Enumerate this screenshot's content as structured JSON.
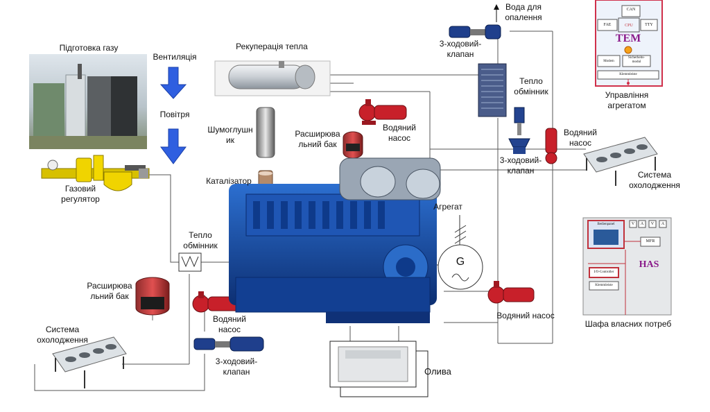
{
  "labels": {
    "gas_prep": "Підготовка газу",
    "ventilation": "Вентиляція",
    "air": "Повітря",
    "heat_recovery": "Рекуперація тепла",
    "muffler_1": "Шумоглушн",
    "muffler_2": "ик",
    "catalyst": "Каталізатор",
    "exp_tank_top_1": "Расширюва",
    "exp_tank_top_2": "льний бак",
    "pump_top_1": "Водяний",
    "pump_top_2": "насос",
    "gas_regulator_1": "Газовий",
    "gas_regulator_2": "регулятор",
    "hex_left_1": "Тепло",
    "hex_left_2": "обмінник",
    "exp_tank_left_1": "Расширюва",
    "exp_tank_left_2": "льний бак",
    "pump_left_1": "Водяний",
    "pump_left_2": "насос",
    "cooling_left_1": "Система",
    "cooling_left_2": "охолодження",
    "valve_left_1": "3-ходовий-",
    "valve_left_2": "клапан",
    "oil": "Олива",
    "aggregate": "Агрегат",
    "generator_symbol": "G",
    "water_heating_1": "Вода для",
    "water_heating_2": "опалення",
    "valve_top_1": "3-ходовий-",
    "valve_top_2": "клапан",
    "hex_right_1": "Тепло",
    "hex_right_2": "обмінник",
    "valve_right_1": "3-ходовий-",
    "valve_right_2": "клапан",
    "pump_right_1": "Водяний",
    "pump_right_2": "насос",
    "cooling_right_1": "Система",
    "cooling_right_2": "охолодження",
    "pump_bottom": "Водяний насос",
    "control_1": "Управління",
    "control_2": "агрегатом",
    "cabinet": "Шафа власних потреб"
  },
  "tem_panel": {
    "title": "TEM",
    "can": "CAN",
    "cpu": "CPU",
    "fae": "FAE",
    "tty": "TTY",
    "modem": "Modem",
    "sicherheits": "Sicherheits-",
    "modul": "modul",
    "klemmleiste": "Klemmleiste"
  },
  "has_panel": {
    "title": "HAS",
    "bedienpanel": "Bedienpanel",
    "mfr": "MFR",
    "io": "I/O-Controller",
    "klemmleiste": "Klemmleiste",
    "meters": [
      "V",
      "A",
      "V",
      "A"
    ]
  },
  "colors": {
    "arrow_blue": "#2f5fe0",
    "engine_blue": "#1d4fa8",
    "pump_red": "#c8202a",
    "tem_border": "#d0304a",
    "tem_title": "#8a1a8a",
    "has_title": "#8a1a8a"
  }
}
